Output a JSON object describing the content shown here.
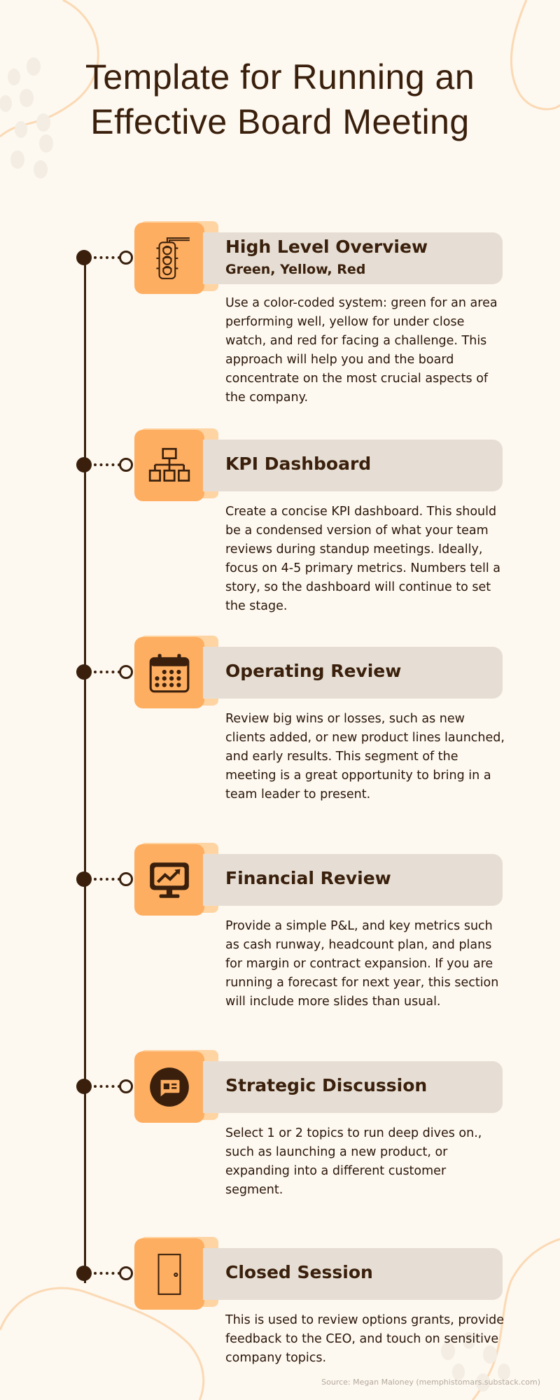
{
  "page": {
    "title_line1": "Template for Running an",
    "title_line2": "Effective Board Meeting",
    "source": "Source: Megan Maloney (memphistomars.substack.com)"
  },
  "colors": {
    "background": "#FDF8F0",
    "accent": "#FEAE61",
    "accent_light": "#FFD4A3",
    "banner": "#E6DED4",
    "text": "#3A200C"
  },
  "steps": [
    {
      "icon": "traffic-light-icon",
      "heading": "High Level Overview",
      "subheading": "Green, Yellow, Red",
      "description": "Use a color-coded system: green for an area performing well, yellow for under close watch, and red for facing a challenge. This approach will help you and the board concentrate on the most crucial aspects of the company."
    },
    {
      "icon": "org-chart-icon",
      "heading": "KPI Dashboard",
      "description": "Create a concise KPI dashboard. This should be a condensed version of what your team reviews during standup meetings. Ideally, focus on 4-5 primary metrics. Numbers tell a story, so the dashboard will continue to set the stage."
    },
    {
      "icon": "calendar-icon",
      "heading": "Operating Review",
      "description": "Review big wins or losses, such as new clients added, or new product lines launched, and early results.  This segment of the meeting is a great opportunity to bring in a team leader to present."
    },
    {
      "icon": "monitor-chart-icon",
      "heading": "Financial Review",
      "description": "Provide a simple P&L, and key metrics such as cash runway, headcount plan, and plans for margin or contract expansion. If you are running a forecast for next year, this section will include more slides than usual."
    },
    {
      "icon": "chat-bubble-icon",
      "heading": "Strategic Discussion",
      "description": "Select 1 or 2 topics to run deep dives on., such as launching a new product, or expanding into a different customer segment."
    },
    {
      "icon": "door-icon",
      "heading": "Closed Session",
      "description": "This is used to review options grants, provide feedback to the CEO,   and touch on sensitive company topics."
    }
  ]
}
